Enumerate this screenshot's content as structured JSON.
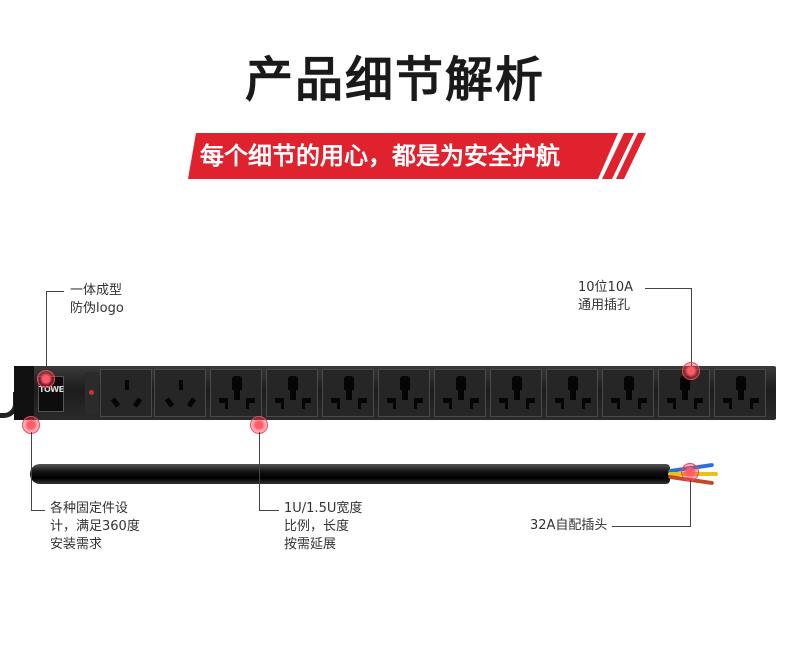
{
  "title": "产品细节解析",
  "banner": {
    "text": "每个细节的用心，都是为安全护航",
    "color": "#e0212e"
  },
  "brand_label": "TOWE",
  "callouts": {
    "logo": {
      "line1": "一体成型",
      "line2": "防伪logo"
    },
    "sockets": {
      "line1": "10位10A",
      "line2": "通用插孔"
    },
    "fixing": {
      "line1": "各种固定件设",
      "line2": "计，满足360度",
      "line3": "安装需求"
    },
    "width": {
      "line1": "1U/1.5U宽度",
      "line2": "比例，长度",
      "line3": "按需延展"
    },
    "plug": {
      "line1": "32A自配插头"
    }
  },
  "icons": [
    "red-marker-icon",
    "socket-outlet-icon",
    "cable-icon"
  ],
  "colors": {
    "accent": "#e0212e",
    "strip": "#262626",
    "marker": "#f04a5a"
  }
}
